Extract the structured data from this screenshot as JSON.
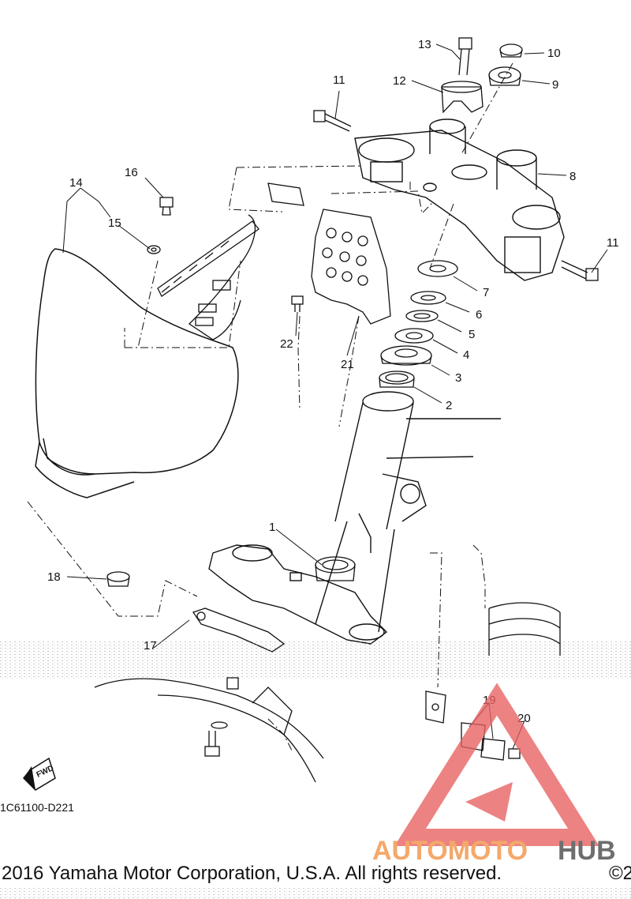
{
  "diagram": {
    "part_numbers": {
      "p1": "1",
      "p2": "2",
      "p3": "3",
      "p4": "4",
      "p5": "5",
      "p6": "6",
      "p7": "7",
      "p8": "8",
      "p9": "9",
      "p10": "10",
      "p11a": "11",
      "p11b": "11",
      "p12": "12",
      "p13": "13",
      "p14": "14",
      "p15": "15",
      "p16": "16",
      "p17": "17",
      "p18": "18",
      "p19": "19",
      "p20": "20",
      "p21": "21",
      "p22": "22"
    },
    "fwd_label": "FWD",
    "drawing_code": "1C61100-D221",
    "copyright": "2016 Yamaha Motor Corporation, U.S.A. All rights reserved.",
    "copyright_right": "©2"
  },
  "watermark": {
    "brand_part1": "AUTOMOTO",
    "brand_part2": "HUB",
    "colors": {
      "triangle": "#e86060",
      "brand_orange": "#f4a86a",
      "brand_gray": "#6e6e6e"
    }
  }
}
